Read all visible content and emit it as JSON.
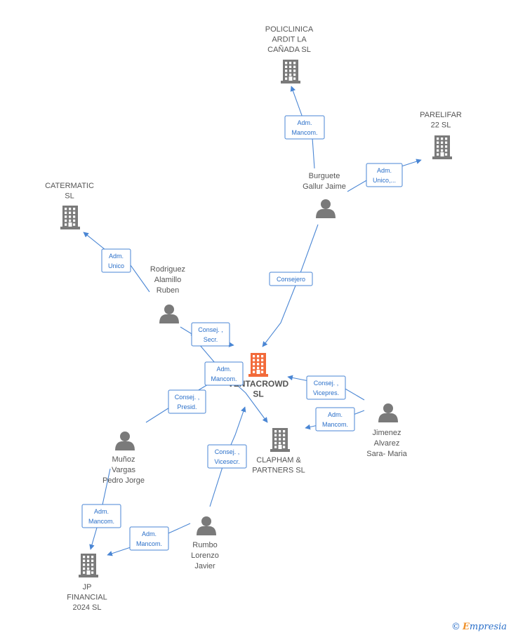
{
  "colors": {
    "company": "#7a7a7a",
    "company_focus": "#f26a3a",
    "person": "#7a7a7a",
    "edge": "#4a86d4"
  },
  "nodes": [
    {
      "id": "policlinica",
      "type": "company",
      "lines": [
        "POLICLINICA",
        "ARDIT LA",
        "CAÑADA  SL"
      ]
    },
    {
      "id": "parelifar",
      "type": "company",
      "lines": [
        "PARELIFAR",
        "22  SL"
      ]
    },
    {
      "id": "catermatic",
      "type": "company",
      "lines": [
        "CATERMATIC",
        "SL"
      ]
    },
    {
      "id": "ventacrowd",
      "type": "company_focus",
      "lines": [
        "VENTACROWD",
        "SL"
      ]
    },
    {
      "id": "clapham",
      "type": "company",
      "lines": [
        "CLAPHAM &",
        "PARTNERS  SL"
      ]
    },
    {
      "id": "jpfinancial",
      "type": "company",
      "lines": [
        "JP",
        "FINANCIAL",
        "2024  SL"
      ]
    },
    {
      "id": "burguete",
      "type": "person",
      "lines": [
        "Burguete",
        "Gallur Jaime"
      ]
    },
    {
      "id": "rodriguez",
      "type": "person",
      "lines": [
        "Rodriguez",
        "Alamillo",
        "Ruben"
      ]
    },
    {
      "id": "jimenez",
      "type": "person",
      "lines": [
        "Jimenez",
        "Alvarez",
        "Sara- Maria"
      ]
    },
    {
      "id": "munoz",
      "type": "person",
      "lines": [
        "Muñoz",
        "Vargas",
        "Pedro Jorge"
      ]
    },
    {
      "id": "rumbo",
      "type": "person",
      "lines": [
        "Rumbo",
        "Lorenzo",
        "Javier"
      ]
    }
  ],
  "edges": [
    {
      "id": "e1",
      "from": "burguete",
      "to": "policlinica",
      "lines": [
        "Adm.",
        "Mancom."
      ]
    },
    {
      "id": "e2",
      "from": "burguete",
      "to": "parelifar",
      "lines": [
        "Adm.",
        "Unico,..."
      ]
    },
    {
      "id": "e3",
      "from": "burguete",
      "to": "ventacrowd",
      "lines": [
        "Consejero"
      ]
    },
    {
      "id": "e4",
      "from": "rodriguez",
      "to": "catermatic",
      "lines": [
        "Adm.",
        "Unico"
      ]
    },
    {
      "id": "e5",
      "from": "rodriguez",
      "to": "ventacrowd",
      "lines": [
        "Consej. ,",
        "Secr."
      ]
    },
    {
      "id": "e6",
      "from": "rodriguez",
      "to": "clapham",
      "lines": [
        "Adm.",
        "Mancom."
      ]
    },
    {
      "id": "e7",
      "from": "jimenez",
      "to": "ventacrowd",
      "lines": [
        "Consej. ,",
        "Vicepres."
      ]
    },
    {
      "id": "e8",
      "from": "jimenez",
      "to": "clapham",
      "lines": [
        "Adm.",
        "Mancom."
      ]
    },
    {
      "id": "e9",
      "from": "munoz",
      "to": "ventacrowd",
      "lines": [
        "Consej. ,",
        "Presid."
      ]
    },
    {
      "id": "e10",
      "from": "munoz",
      "to": "jpfinancial",
      "lines": [
        "Adm.",
        "Mancom."
      ]
    },
    {
      "id": "e11",
      "from": "rumbo",
      "to": "ventacrowd",
      "lines": [
        "Consej. ,",
        "Vicesecr."
      ]
    },
    {
      "id": "e12",
      "from": "rumbo",
      "to": "jpfinancial",
      "lines": [
        "Adm.",
        "Mancom."
      ]
    }
  ],
  "brand": {
    "copyright": "©",
    "name_initial": "E",
    "name_rest": "mpresia"
  }
}
